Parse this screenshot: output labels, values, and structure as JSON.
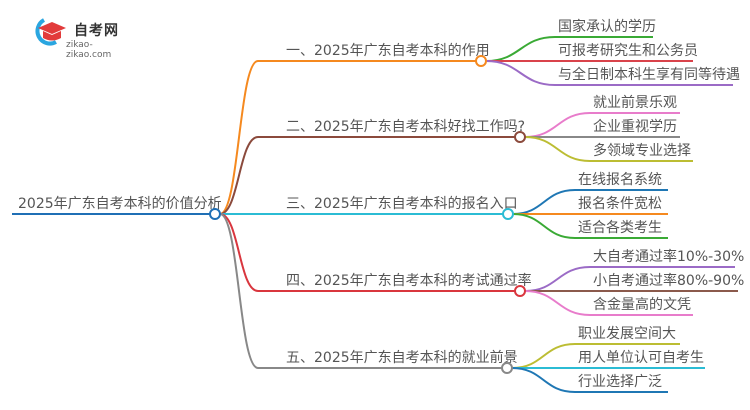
{
  "logo": {
    "title": "自考网",
    "url": "zikao-zikao.com"
  },
  "root": {
    "label": "2025年广东自考本科的价值分析",
    "color": "#1f6fb5"
  },
  "branches": [
    {
      "label": "一、2025年广东自考本科的作用",
      "color": "#f5891f",
      "leaves": [
        {
          "label": "国家承认的学历",
          "color": "#3aaa35"
        },
        {
          "label": "可报考研究生和公务员",
          "color": "#d9434b"
        },
        {
          "label": "与全日制本科生享有同等待遇",
          "color": "#9b6bc6"
        }
      ]
    },
    {
      "label": "二、2025年广东自考本科好找工作吗?",
      "color": "#8b4a3c",
      "leaves": [
        {
          "label": "就业前景乐观",
          "color": "#e87ccb"
        },
        {
          "label": "企业重视学历",
          "color": "#888888"
        },
        {
          "label": "多领域专业选择",
          "color": "#bcbd33"
        }
      ]
    },
    {
      "label": "三、2025年广东自考本科的报名入口",
      "color": "#2bbcd4",
      "leaves": [
        {
          "label": "在线报名系统",
          "color": "#1f77b4"
        },
        {
          "label": "报名条件宽松",
          "color": "#f5891f"
        },
        {
          "label": "适合各类考生",
          "color": "#3aaa35"
        }
      ]
    },
    {
      "label": "四、2025年广东自考本科的考试通过率",
      "color": "#d9363e",
      "leaves": [
        {
          "label": "大自考通过率10%-30%",
          "color": "#9b6bc6"
        },
        {
          "label": "小自考通过率80%-90%",
          "color": "#8b5a4c"
        },
        {
          "label": "含金量高的文凭",
          "color": "#e87ccb"
        }
      ]
    },
    {
      "label": "五、2025年广东自考本科的就业前景",
      "color": "#888888",
      "leaves": [
        {
          "label": "职业发展空间大",
          "color": "#bcbd33"
        },
        {
          "label": "用人单位认可自考生",
          "color": "#2bbcd4"
        },
        {
          "label": "行业选择广泛",
          "color": "#1f77b4"
        }
      ]
    }
  ]
}
